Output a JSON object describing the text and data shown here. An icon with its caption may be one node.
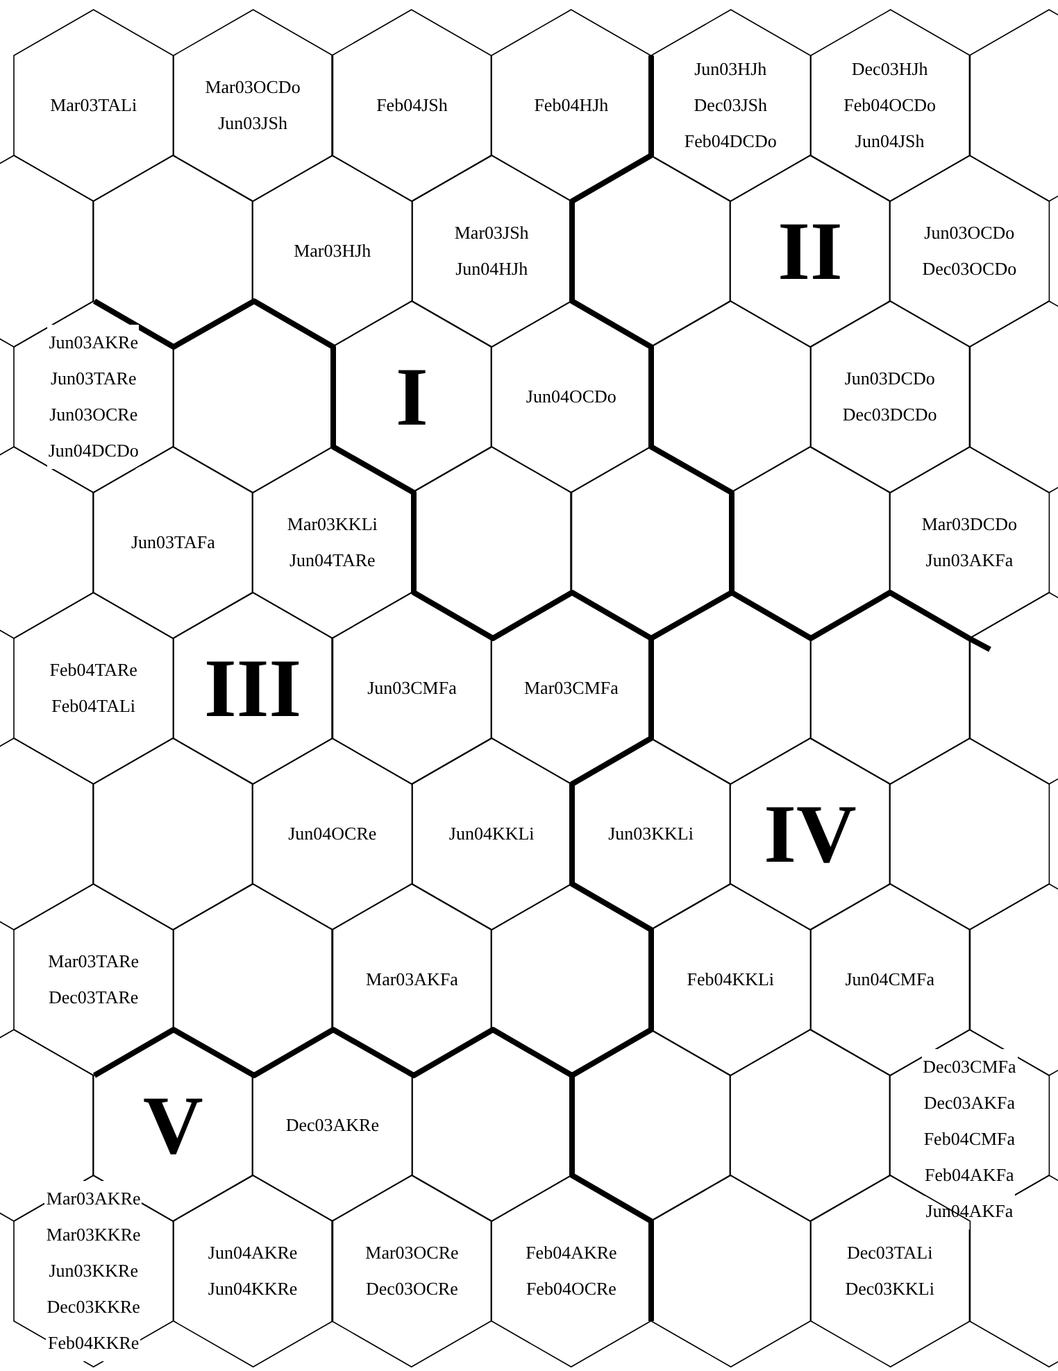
{
  "diagram": {
    "nodes": [
      {
        "text": [
          "Mar03TALi"
        ]
      },
      {
        "text": [
          "Mar03OCDo",
          "Jun03JSh"
        ]
      },
      {
        "text": [
          "Feb04JSh"
        ]
      },
      {
        "text": [
          "Feb04HJh"
        ]
      },
      {
        "text": [
          "Jun03HJh",
          "Dec03JSh",
          "Feb04DCDo"
        ]
      },
      {
        "text": [
          "Dec03HJh",
          "Feb04OCDo",
          "Jun04JSh"
        ]
      },
      {
        "text": [],
        "shape": "hexagon"
      },
      {
        "text": [
          "Mar03HJh"
        ]
      },
      {
        "text": [
          "Mar03JSh",
          "Jun04HJh"
        ]
      },
      {
        "text": [],
        "shape": "hexagon"
      },
      {
        "text": [
          "II"
        ]
      },
      {
        "text": [
          "Jun03OCDo",
          "Dec03OCDo"
        ]
      },
      {
        "text": [
          "Jun03AKRe",
          "Jun03TARe",
          "Jun03OCRe",
          "Jun04DCDo"
        ]
      },
      {
        "text": [],
        "shape": "hexagon"
      },
      {
        "text": [
          "I"
        ]
      },
      {
        "text": [
          "Jun04OCDo"
        ]
      },
      {
        "text": [],
        "shape": "hexagon"
      },
      {
        "text": [
          "Jun03DCDo",
          "Dec03DCDo"
        ]
      },
      {
        "text": [
          "Jun03TAFa"
        ]
      },
      {
        "text": [
          "Mar03KKLi",
          "Jun04TARe"
        ]
      },
      {
        "text": [],
        "shape": "hexagon"
      },
      {
        "text": [],
        "shape": "hexagon"
      },
      {
        "text": [],
        "shape": "hexagon"
      },
      {
        "text": [
          "Mar03DCDo",
          "Jun03AKFa"
        ]
      },
      {
        "text": [
          "Feb04TARe",
          "Feb04TALi"
        ]
      },
      {
        "text": [
          "III"
        ]
      },
      {
        "text": [
          "Jun03CMFa"
        ]
      },
      {
        "text": [
          "Mar03CMFa"
        ]
      },
      {
        "text": [],
        "shape": "hexagon"
      },
      {
        "text": [],
        "shape": "hexagon"
      },
      {
        "text": [],
        "shape": "hexagon"
      },
      {
        "text": [
          "Jun04OCRe"
        ]
      },
      {
        "text": [
          "Jun04KKLi"
        ]
      },
      {
        "text": [
          "Jun03KKLi"
        ]
      },
      {
        "text": [
          "IV"
        ]
      },
      {
        "text": [],
        "shape": "hexagon"
      },
      {
        "text": [
          "Mar03TARe",
          "Dec03TARe"
        ]
      },
      {
        "text": [],
        "shape": "hexagon"
      },
      {
        "text": [
          "Mar03AKFa"
        ]
      },
      {
        "text": [],
        "shape": "hexagon"
      },
      {
        "text": [
          "Feb04KKLi"
        ]
      },
      {
        "text": [
          "Jun04CMFa"
        ]
      },
      {
        "text": [
          "V"
        ]
      },
      {
        "text": [
          "Dec03AKRe"
        ]
      },
      {
        "text": [],
        "shape": "hexagon"
      },
      {
        "text": [],
        "shape": "hexagon"
      },
      {
        "text": [],
        "shape": "hexagon"
      },
      {
        "text": [
          "Dec03CMFa",
          "Dec03AKFa",
          "Feb04CMFa",
          "Feb04AKFa",
          "Jun04AKFa"
        ]
      },
      {
        "text": [
          "Mar03AKRe",
          "Mar03KKRe",
          "Jun03KKRe",
          "Dec03KKRe",
          "Feb04KKRe"
        ]
      },
      {
        "text": [
          "Jun04AKRe",
          "Jun04KKRe"
        ]
      },
      {
        "text": [
          "Mar03OCRe",
          "Dec03OCRe"
        ]
      },
      {
        "text": [
          "Feb04AKRe",
          "Feb04OCRe"
        ]
      },
      {
        "text": [],
        "shape": "hexagon"
      },
      {
        "text": [
          "Dec03TALi",
          "Dec03KKLi"
        ]
      }
    ]
  }
}
